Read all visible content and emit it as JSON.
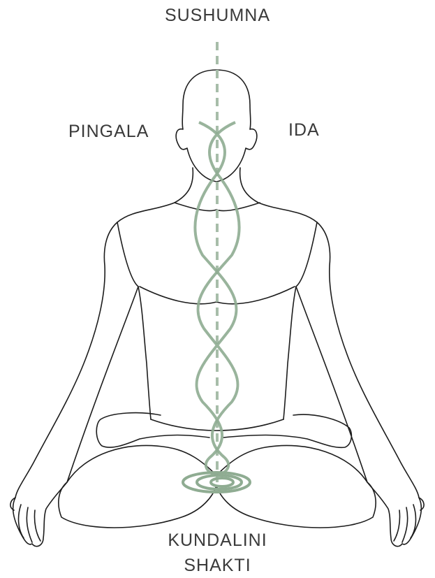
{
  "labels": {
    "top": "SUSHUMNA",
    "left": "PINGALA",
    "right": "IDA",
    "bottom_line1": "KUNDALINI",
    "bottom_line2": "SHAKTI"
  },
  "colors": {
    "outline": "#1c1c1c",
    "channel": "#8fac92",
    "channel_center": "#a7bda9",
    "text": "#3a3a3a"
  }
}
